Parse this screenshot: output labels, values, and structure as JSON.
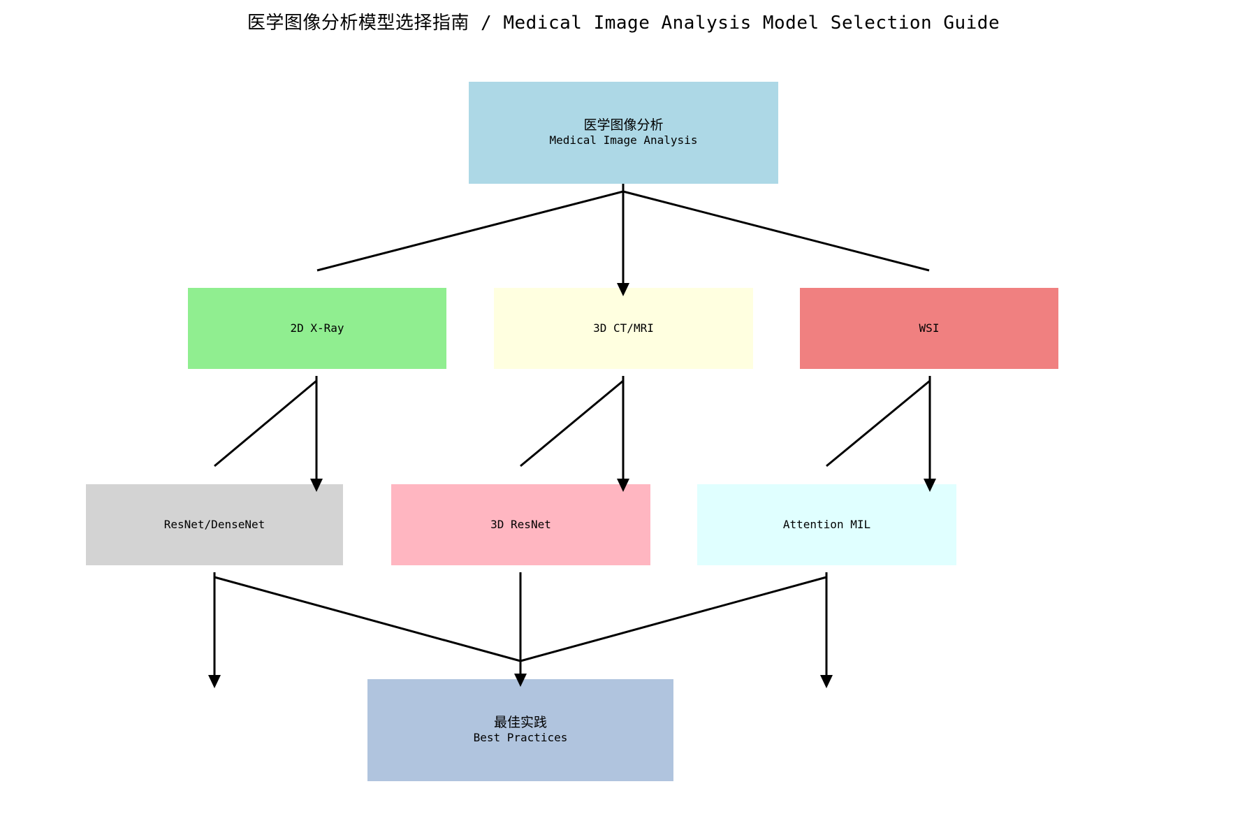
{
  "title": "医学图像分析模型选择指南 / Medical Image Analysis Model Selection Guide",
  "colors": {
    "root": "#ADD8E6",
    "xray": "#90EE90",
    "ctmri": "#FFFFE0",
    "wsi": "#F08080",
    "resnet": "#D3D3D3",
    "resnet3d": "#FFB6C1",
    "attnmil": "#E0FFFF",
    "best": "#B0C4DE",
    "line": "#000000"
  },
  "nodes": {
    "root": {
      "label_zh": "医学图像分析",
      "label_en": "Medical Image Analysis"
    },
    "xray": {
      "label": "2D X-Ray"
    },
    "ctmri": {
      "label": "3D CT/MRI"
    },
    "wsi": {
      "label": "WSI"
    },
    "resnet": {
      "label": "ResNet/DenseNet"
    },
    "resnet3d": {
      "label": "3D ResNet"
    },
    "attnmil": {
      "label": "Attention MIL"
    },
    "best": {
      "label_zh": "最佳实践",
      "label_en": "Best Practices"
    }
  },
  "edges": [
    {
      "from": "root",
      "to": "xray",
      "arrowhead": false
    },
    {
      "from": "root",
      "to": "ctmri",
      "arrowhead": true
    },
    {
      "from": "root",
      "to": "wsi",
      "arrowhead": false
    },
    {
      "from": "xray",
      "to": "resnet",
      "arrowhead": true
    },
    {
      "from": "ctmri",
      "to": "resnet3d",
      "arrowhead": true
    },
    {
      "from": "wsi",
      "to": "attnmil",
      "arrowhead": true
    },
    {
      "from": "resnet",
      "to": "best",
      "arrowhead": true
    },
    {
      "from": "resnet3d",
      "to": "best",
      "arrowhead": true
    },
    {
      "from": "attnmil",
      "to": "best",
      "arrowhead": true
    }
  ]
}
